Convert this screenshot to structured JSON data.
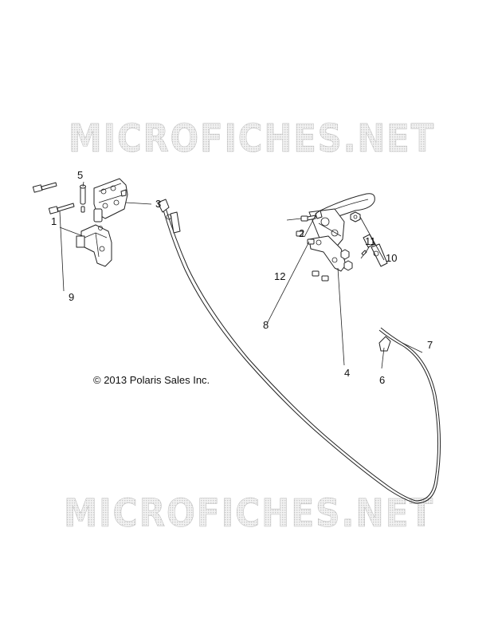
{
  "watermark": {
    "text": "MICROFICHES.NET"
  },
  "copyright": "© 2013 Polaris Sales Inc.",
  "callouts": [
    "1",
    "2",
    "3",
    "4",
    "5",
    "6",
    "7",
    "8",
    "9",
    "10",
    "11",
    "12"
  ]
}
